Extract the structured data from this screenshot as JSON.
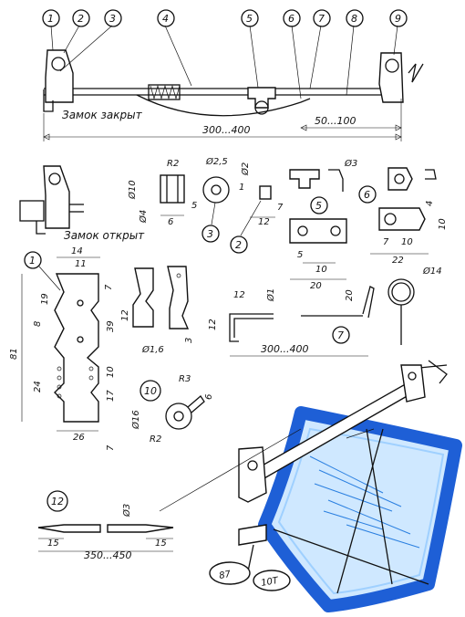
{
  "callouts": {
    "c1": "1",
    "c2": "2",
    "c3": "3",
    "c4": "4",
    "c5": "5",
    "c6": "6",
    "c7": "7",
    "c8": "8",
    "c9": "9",
    "b1": "1",
    "b2": "2",
    "b3": "3",
    "b5": "5",
    "b6": "6",
    "b7": "7",
    "b10": "10",
    "b12": "12"
  },
  "labels": {
    "lock_closed": "Замок закрыт",
    "lock_open": "Замок открыт"
  },
  "dims": {
    "d_300_400_top": "300...400",
    "d_50_100": "50...100",
    "d_R2": "R2",
    "d_phi10": "Ø10",
    "d_phi4": "Ø4",
    "d_6a": "6",
    "d_5a": "5",
    "d_phi25": "Ø2,5",
    "d_phi2": "Ø2",
    "d_1": "1",
    "d_7a": "7",
    "d_12a": "12",
    "d_phi3a": "Ø3",
    "d_4": "4",
    "d_10a": "10",
    "d_5b": "5",
    "d_10b": "10",
    "d_20a": "20",
    "d_7b": "7",
    "d_10c": "10",
    "d_22": "22",
    "d_14": "14",
    "d_11": "11",
    "d_7c": "7",
    "d_19": "19",
    "d_8": "8",
    "d_39": "39",
    "d_81": "81",
    "d_24": "24",
    "d_10d": "10",
    "d_17": "17",
    "d_26": "26",
    "d_7d": "7",
    "d_12b": "12",
    "d_phi16": "Ø1,6",
    "d_3": "3",
    "d_12c": "12",
    "d_phi1": "Ø1",
    "d_12d": "12",
    "d_20b": "20",
    "d_300_400_mid": "300...400",
    "d_phi14": "Ø14",
    "d_R3": "R3",
    "d_6b": "6",
    "d_phi16b": "Ø16",
    "d_R2b": "R2",
    "d_phi3b": "Ø3",
    "d_15a": "15",
    "d_350_450": "350...450",
    "d_15b": "15"
  },
  "parts_text": {
    "knob": "87",
    "wheel_label": "10Т"
  },
  "colors": {
    "frame_blue": "#1e5fd6",
    "frame_edge": "#0b2f78",
    "glass_light": "#cfe8ff",
    "glass_mid": "#6fb4f0",
    "hatch": "#2a7fe0"
  }
}
